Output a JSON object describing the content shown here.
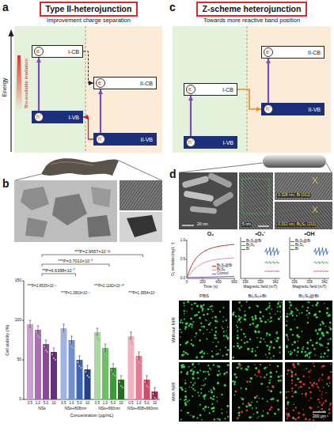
{
  "diagram": {
    "nodes": [
      {
        "text": [
          "Type II-heterojunction"
        ]
      },
      {
        "text": [
          "I-CB"
        ]
      },
      {
        "text": [
          "I-VB"
        ]
      },
      {
        "text": [
          "II-CB"
        ]
      },
      {
        "text": [
          "II-VB"
        ]
      },
      {
        "text": [
          "Z-scheme heterojunction"
        ]
      },
      {
        "text": [
          "I-CB"
        ]
      },
      {
        "text": [
          "I-VB"
        ]
      },
      {
        "text": [
          "II-CB"
        ]
      },
      {
        "text": [
          "II-VB"
        ]
      }
    ],
    "edges": [
      {
        "from": 2,
        "to": 1,
        "arrow": "to"
      },
      {
        "from": 4,
        "to": 3,
        "arrow": "to"
      },
      {
        "from": 1,
        "to": 3,
        "arrow": "to"
      },
      {
        "from": 4,
        "to": 2,
        "arrow": "to"
      },
      {
        "from": 7,
        "to": 6,
        "arrow": "to"
      },
      {
        "from": 9,
        "to": 8,
        "arrow": "to"
      },
      {
        "from": 6,
        "to": 9,
        "arrow": "to"
      }
    ],
    "labels": [
      "a",
      "c",
      "Energy",
      "Improvement charge separation",
      "Towards more reactive band position",
      "Bio-available irradiation",
      "e⁻",
      "e⁻",
      "h⁺",
      "h⁺",
      "e⁻",
      "e⁻",
      "h⁺",
      "h⁺",
      "b",
      "d",
      "Cell viability (%)",
      "0",
      "50",
      "100",
      "150",
      "0.5",
      "1.0",
      "5.0",
      "10",
      "0.5",
      "1.0",
      "5.0",
      "10",
      "0.5",
      "1.0",
      "5.0",
      "10",
      "0.5",
      "1.0",
      "5.0",
      "10",
      "NSs",
      "NSs+808nm",
      "NSs+660nm",
      "NSs+808+660nm",
      "Concentration (μg/mL)",
      "***P=2.9657×10⁻¹¹",
      "***P=3.7010×10⁻⁹",
      "**P=6.6398×10⁻⁷",
      "***P=2.6535×10⁻⁵",
      "***P=1.3903×10⁻⁵",
      "***P=2.1182×10⁻¹⁰",
      "***P=1.3554×10⁻⁷",
      "20 nm",
      "5 nm",
      "0.328 nm, Bi (012)",
      "0.312 nm, Bi₂S₃ (211)",
      "O₂",
      "•O₂⁻",
      "•OH",
      "O₂ evolution (mg L⁻¹)",
      "0.0",
      "0.5",
      "1.0",
      "0",
      "200",
      "400",
      "600",
      "Time (s)",
      "336",
      "339",
      "342",
      "Magnetic field (mT)",
      "336",
      "339",
      "342",
      "Magnetic field (mT)",
      "PBS",
      "Bi₂S₃+Bi",
      "Bi₂S₃@Bi",
      "Without NIR",
      "With NIR",
      "200 μm"
    ],
    "legend": [
      {
        "text": "Bi₂S₃@Bi"
      },
      {
        "text": "Bi₂S₃"
      },
      {
        "text": "Control"
      },
      {
        "text": "Bi₂S₃@Bi"
      },
      {
        "text": "Bi₂S₃"
      },
      {
        "text": "Bi"
      },
      {
        "text": "Bi₂S₃@Bi"
      },
      {
        "text": "Bi₂S₃"
      },
      {
        "text": "Bi"
      }
    ]
  }
}
